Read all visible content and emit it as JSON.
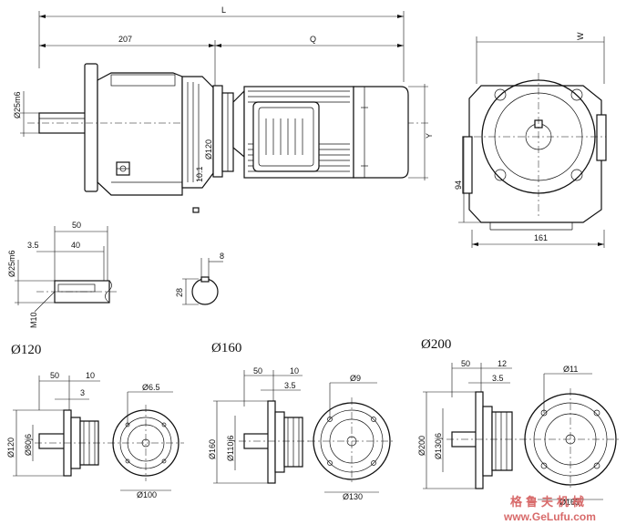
{
  "main_view": {
    "dim_L": "L",
    "dim_207": "207",
    "dim_Q": "Q",
    "dim_W": "W",
    "dim_shaft_dia": "Ø25m6",
    "dim_flange_dia": "Ø120",
    "dim_10_1": "10.1",
    "dim_Y": "Y",
    "dim_94": "94",
    "dim_161": "161"
  },
  "shaft_detail": {
    "dim_50": "50",
    "dim_40": "40",
    "dim_3_5": "3.5",
    "dim_dia": "Ø25m6",
    "dim_M10": "M10",
    "key_28": "28",
    "key_8": "8"
  },
  "flanges": [
    {
      "title": "Ø120",
      "dim_50": "50",
      "dim_10": "10",
      "dim_3": "3",
      "dim_outer": "Ø120",
      "dim_spigot": "Ø80j6",
      "dim_hole": "Ø6.5",
      "dim_pcd": "Ø100"
    },
    {
      "title": "Ø160",
      "dim_50": "50",
      "dim_10": "10",
      "dim_3": "3.5",
      "dim_outer": "Ø160",
      "dim_spigot": "Ø110j6",
      "dim_hole": "Ø9",
      "dim_pcd": "Ø130"
    },
    {
      "title": "Ø200",
      "dim_50": "50",
      "dim_10": "12",
      "dim_3": "3.5",
      "dim_outer": "Ø200",
      "dim_spigot": "Ø130j6",
      "dim_hole": "Ø11",
      "dim_pcd": "Ø165"
    }
  ],
  "watermark": {
    "cn": "格鲁夫机械",
    "url": "www.GeLufu.com"
  }
}
